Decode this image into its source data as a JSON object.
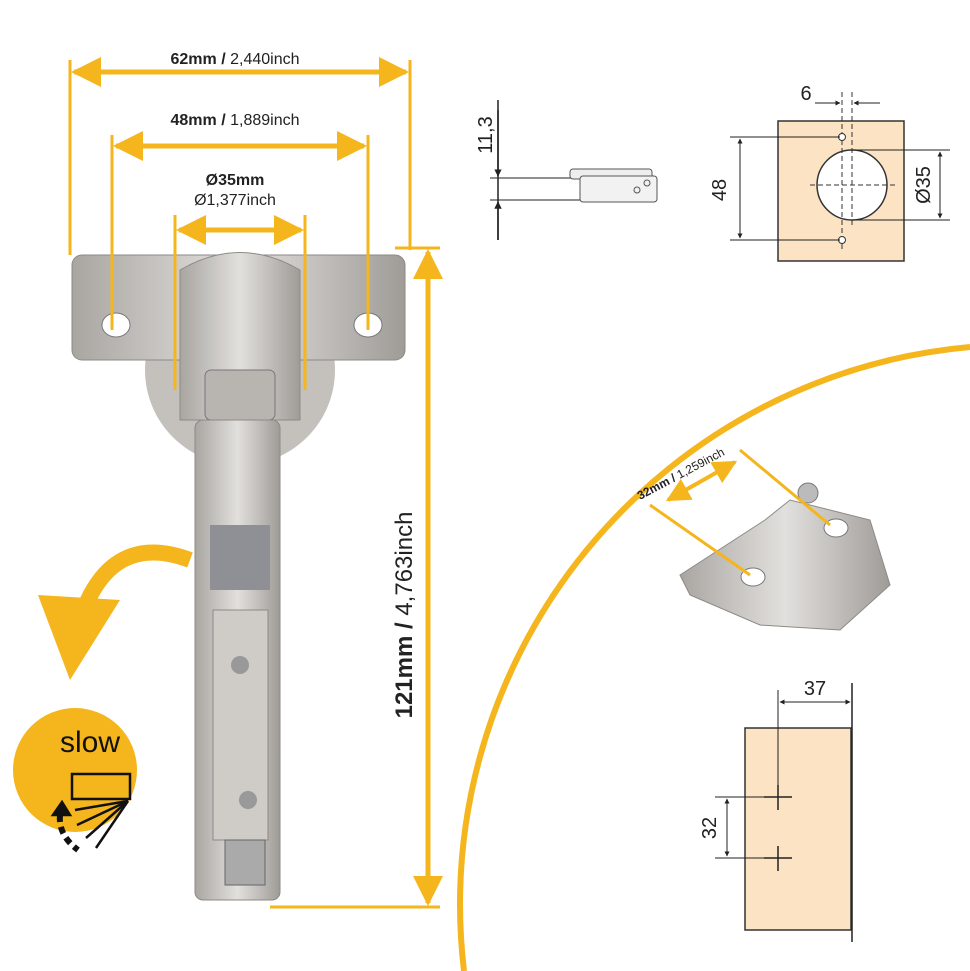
{
  "colors": {
    "accent": "#f5b51c",
    "wood": "#fbe3c3",
    "metal": "#c9c6c2"
  },
  "dimensions": {
    "width_total": {
      "mm": "62mm /",
      "inch": "2,440inch"
    },
    "hole_spacing": {
      "mm": "48mm /",
      "inch": "1,889inch"
    },
    "cup": {
      "mm": "Ø35mm",
      "inch": "Ø1,377inch"
    },
    "height": {
      "mm": "121mm /",
      "inch": "4,763inch"
    },
    "plate_spacing": {
      "mm": "32mm /",
      "inch": "1,259inch"
    }
  },
  "side_view": {
    "depth": "11,3"
  },
  "drilling_diagram": {
    "offset": "6",
    "hole_distance": "48",
    "cup_diameter": "Ø35"
  },
  "plate_diagram": {
    "edge_distance": "37",
    "hole_spacing": "32"
  },
  "badge": {
    "label": "slow",
    "icon": "soft-close-icon"
  }
}
